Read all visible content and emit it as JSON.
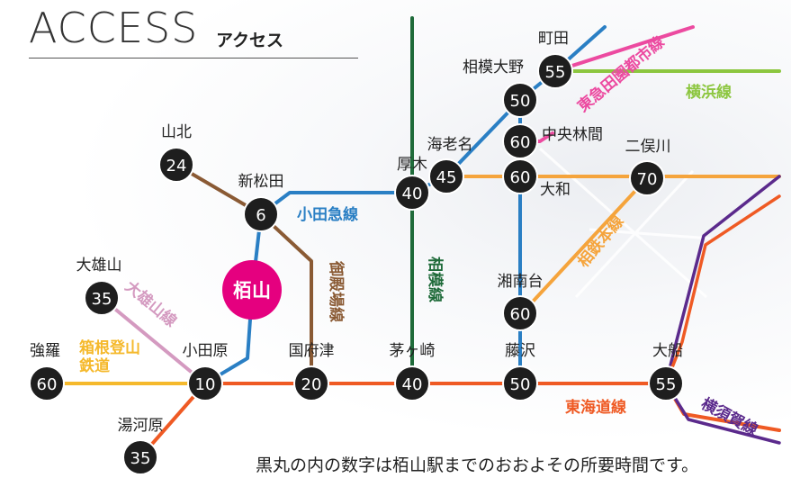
{
  "title": "ACCESS",
  "title_kana": "アクセス",
  "note": "黒丸の内の数字は栢山駅までのおおよその所要時間です。",
  "home": {
    "name": "栢山"
  },
  "stations": [
    {
      "id": "machida",
      "name": "町田",
      "minutes": "55"
    },
    {
      "id": "sagamiono",
      "name": "相模大野",
      "minutes": "50"
    },
    {
      "id": "chuorinkan",
      "name": "中央林間",
      "minutes": "60"
    },
    {
      "id": "ebina",
      "name": "海老名",
      "minutes": "45"
    },
    {
      "id": "yamato",
      "name": "大和",
      "minutes": "60"
    },
    {
      "id": "futamatagawa",
      "name": "二俣川",
      "minutes": "70"
    },
    {
      "id": "atsugi",
      "name": "厚木",
      "minutes": "40"
    },
    {
      "id": "yamakita",
      "name": "山北",
      "minutes": "24"
    },
    {
      "id": "shinmatsuda",
      "name": "新松田",
      "minutes": "6"
    },
    {
      "id": "daiyuzan",
      "name": "大雄山",
      "minutes": "35"
    },
    {
      "id": "gora",
      "name": "強羅",
      "minutes": "60"
    },
    {
      "id": "odawara",
      "name": "小田原",
      "minutes": "10"
    },
    {
      "id": "yugawara",
      "name": "湯河原",
      "minutes": "35"
    },
    {
      "id": "kozu",
      "name": "国府津",
      "minutes": "20"
    },
    {
      "id": "chigasaki",
      "name": "茅ヶ崎",
      "minutes": "40"
    },
    {
      "id": "shonandai",
      "name": "湘南台",
      "minutes": "60"
    },
    {
      "id": "fujisawa",
      "name": "藤沢",
      "minutes": "50"
    },
    {
      "id": "ofuna",
      "name": "大船",
      "minutes": "55"
    }
  ],
  "lines": [
    {
      "id": "odakyu",
      "name": "小田急線",
      "color": "#2a7fc4"
    },
    {
      "id": "gotemba",
      "name": "御殿場線",
      "color": "#8a5a34"
    },
    {
      "id": "sagami",
      "name": "相模線",
      "color": "#1f6b3a"
    },
    {
      "id": "daiyuzan",
      "name": "大雄山線",
      "color": "#d49ac0"
    },
    {
      "id": "hakone",
      "name": "箱根登山鉄道",
      "color": "#f5b92c"
    },
    {
      "id": "tokaido",
      "name": "東海道線",
      "color": "#ef5a24"
    },
    {
      "id": "sotetsu",
      "name": "相鉄本線",
      "color": "#f5a43c"
    },
    {
      "id": "denentoshi",
      "name": "東急田園都市線",
      "color": "#ec4aa0"
    },
    {
      "id": "yokohama",
      "name": "横浜線",
      "color": "#8cc63f"
    },
    {
      "id": "yokosuka",
      "name": "横須賀線",
      "color": "#5b2a8c"
    }
  ]
}
